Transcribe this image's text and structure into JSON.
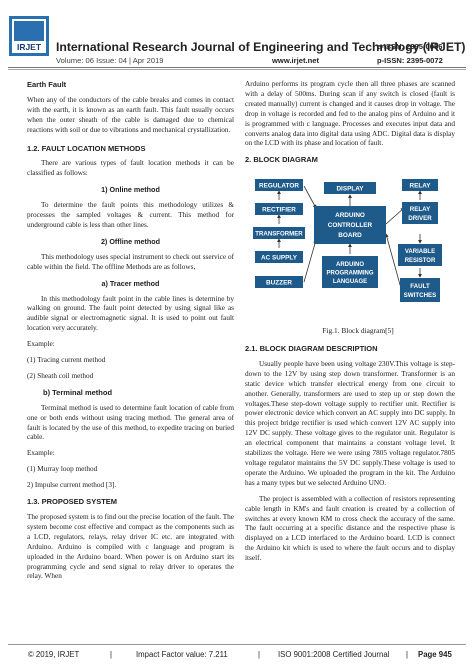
{
  "header": {
    "logo_text": "IRJET",
    "journal_title": "International Research Journal of Engineering and Technology (IRJET)",
    "volume": "Volume: 06 Issue: 04 | Apr 2019",
    "website": "www.irjet.net",
    "eissn": "e-ISSN: 2395-0056",
    "pissn": "p-ISSN: 2395-0072"
  },
  "left": {
    "earth_fault_h": "Earth Fault",
    "earth_fault_p": "When any of the conductors of the cable breaks and comes in contact with the earth, it is known as an earth fault. This fault usually occurs when the outer sheath of the cable is damaged due to chemical reactions with soil or due to vibrations and mechanical crystallization.",
    "flm_h": "1.2. FAULT LOCATION METHODS",
    "flm_p": "There are various types of fault location methods it can be classified as follows:",
    "online_h": "1) Online method",
    "online_p": "To determine the fault points this methodology utilizes & processes the sampled voltages & current. This method for underground cable is less than other lines.",
    "offline_h": "2) Offline method",
    "offline_p": "This methodology uses special instrument to check out sservice of cable within the field. The offline Methods are as follows,",
    "tracer_h": "a) Tracer method",
    "tracer_p": "In this methodology fault point in the cable lines is determine by walking on ground. The fault point detected by using signal like as audible signal or electromagnetic signal. It is used to point out fault location very accurately.",
    "ex1": "Example:",
    "ex1a": "(1) Tracing current method",
    "ex1b": "(2) Sheath coil method",
    "terminal_h": "b) Terminal method",
    "terminal_p": "Terminal method is used to determine fault location of cable from one or both ends without using tracing method. The general area of fault is located by the use of this method, to expedite tracing on buried cable.",
    "ex2": "Example:",
    "ex2a": "(1) Murray loop method",
    "ex2b": "2) Impulse current method [3].",
    "proposed_h": "1.3. PROPOSED SYSTEM",
    "proposed_p": "The proposed system is to find out the precise location of the fault. The system become cost effective and compact as the components such as a LCD, regulators, relays, relay driver IC etc. are integrated with Arduino. Arduino is compiled with c language and program is uploaded in the Arduino board. When power is on Arduino start its programming cycle and send signal to relay driver to operates the relay. When"
  },
  "right": {
    "cont_p": "Arduino performs its program cycle then all three phases are scanned with a delay of 500ms. During scan if any switch is closed (fault is created manually) current is changed and it causes drop in voltage. The drop in voltage is recorded and fed to the analog pins of Arduino and it is programmed with c language. Processes and executes input data and converts analog data into digital data using ADC. Digital data is display on the LCD with its phase and location of fault.",
    "block_h": "2. BLOCK DIAGRAM",
    "caption": "Fig.1. Block diagram[5]",
    "desc_h": "2.1. BLOCK DIAGRAM DESCRIPTION",
    "desc_p1": "Usually people have been using voltage 230V.This voltage is step-down to the 12V by using step down transformer. Transformer is an static device which transfer electrical energy from one circuit to another. Generally, transformers are used to step up or step down the voltages.These step-down voltage supply to rectifier unit. Rectifier is power electronic device which convert an AC supply into DC supply. In this project bridge rectifier is used which convert 12V AC supply into 12V DC supply. These voltage gives to the regulator unit. Regulator is an electrical component that maintains a constant voltage level. It stabilizes the voltage. Here we were using 7805 voltage regulator.7805 voltage regulator maintains the 5V DC supply.These voltage is used to operate the Arduino. We uploaded the program in the kit. The Arduino has a many types but we selected Arduino UNO.",
    "desc_p2": "The project is assembled with a collection of resistors representing cable length in KM's and fault creation is created by a collection of switches at every known KM to cross check the accuracy of the same. The fault occurring at a specific distance and the respective phase is displayed on a LCD interfaced to the Arduino board. LCD is connect the Arduino kit which is used to where the fault occurs and to display itself."
  },
  "diagram": {
    "regulator": "REGULATOR",
    "rectifier": "RECTIFIER",
    "transformer": "TRANSFORMER",
    "ac_supply": "AC SUPPLY",
    "buzzer": "BUZZER",
    "display": "DISPLAY",
    "arduino1": "ARDUINO",
    "arduino2": "CONTROLLER",
    "arduino3": "BOARD",
    "prog1": "ARDUINO",
    "prog2": "PROGRAMMING",
    "prog3": "LANGUAGE",
    "relay": "RELAY",
    "relay_driver1": "RELAY",
    "relay_driver2": "DRIVER",
    "var1": "VARIABLE",
    "var2": "RESISTOR",
    "fault1": "FAULT",
    "fault2": "SWITCHES",
    "box_fill": "#1e5a8a",
    "box_text": "#ffffff"
  },
  "footer": {
    "copyright": "© 2019, IRJET",
    "impact": "Impact Factor value: 7.211",
    "iso": "ISO 9001:2008 Certified Journal",
    "page": "Page 945"
  }
}
